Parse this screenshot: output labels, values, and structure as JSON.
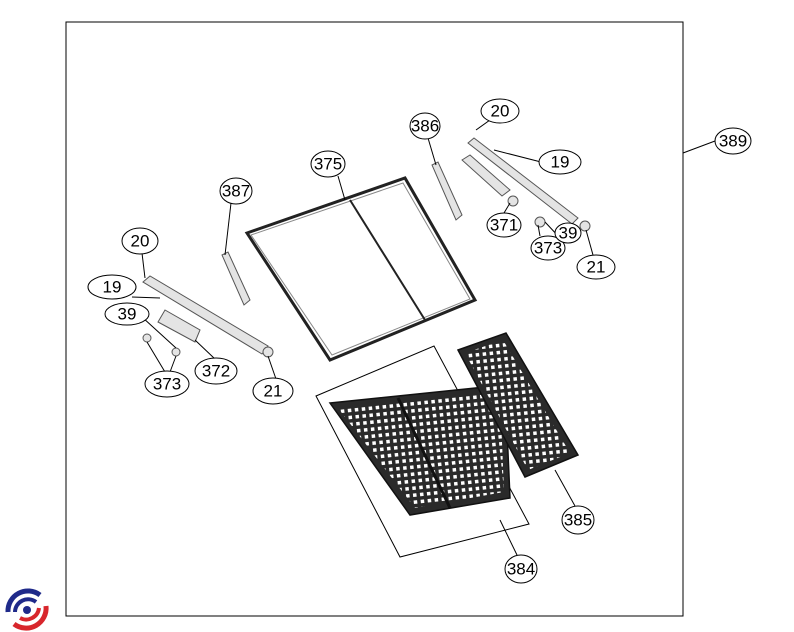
{
  "diagram": {
    "labels": {
      "l389": "389",
      "l20a": "20",
      "l386": "386",
      "l19a": "19",
      "l375": "375",
      "l387": "387",
      "l371": "371",
      "l373a": "373",
      "l39a": "39",
      "l21a": "21",
      "l20b": "20",
      "l19b": "19",
      "l39b": "39",
      "l372": "372",
      "l373b": "373",
      "l21b": "21",
      "l384": "384",
      "l385": "385"
    },
    "logo": {
      "colors": [
        "#1f2a8a",
        "#d8262c"
      ]
    }
  }
}
